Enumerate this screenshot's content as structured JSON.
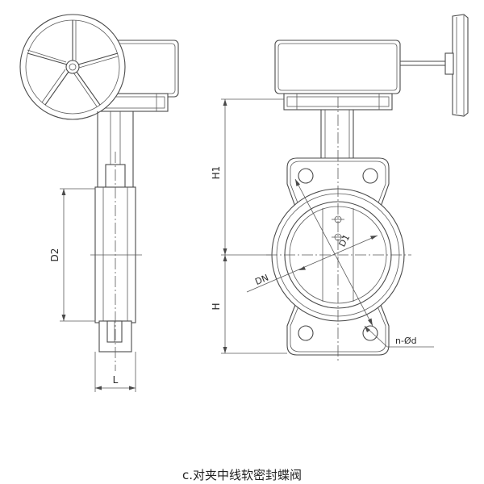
{
  "labels": {
    "h1": "H1",
    "h": "H",
    "d2": "D2",
    "l": "L",
    "d1": "D1",
    "dn": "DN",
    "holes": "n-Ød"
  },
  "caption": "c.对夹中线软密封蝶阀"
}
